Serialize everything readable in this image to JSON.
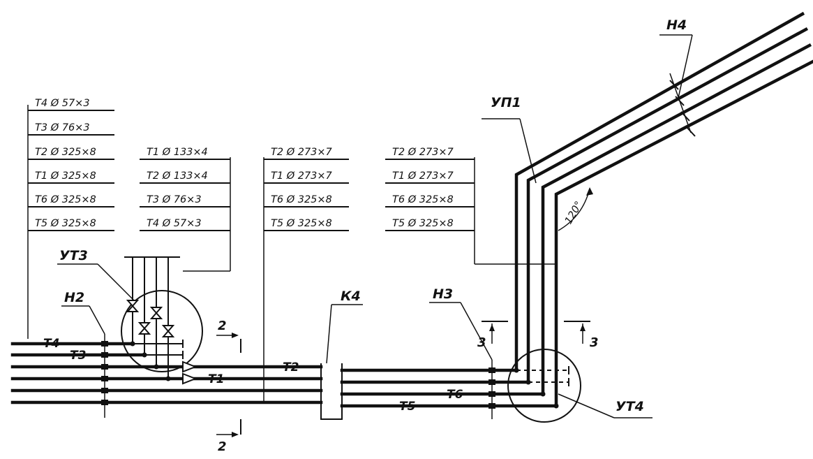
{
  "nodes": {
    "n2": "Н2",
    "n3": "Н3",
    "n4": "Н4",
    "k4": "К4",
    "ut3": "УТ3",
    "ut4": "УТ4",
    "up1": "УП1"
  },
  "pipes": {
    "t1": "Т1",
    "t2": "Т2",
    "t3": "Т3",
    "t4": "Т4",
    "t5": "Т5",
    "t6": "Т6"
  },
  "tables": {
    "table1": [
      "Т4 Ø 57×3",
      "Т3 Ø 76×3",
      "Т2 Ø 325×8",
      "Т1 Ø 325×8",
      "Т6 Ø 325×8",
      "Т5 Ø 325×8"
    ],
    "table2": [
      "Т1 Ø 133×4",
      "Т2 Ø 133×4",
      "Т3 Ø 76×3",
      "Т4 Ø 57×3"
    ],
    "table3": [
      "Т2 Ø 273×7",
      "Т1 Ø 273×7",
      "Т6 Ø 325×8",
      "Т5 Ø 325×8"
    ],
    "table4": [
      "Т2 Ø 273×7",
      "Т1 Ø 273×7",
      "Т6 Ø 325×8",
      "Т5 Ø 325×8"
    ]
  },
  "sections": {
    "s2_top": "2",
    "s2_bottom": "2",
    "s3_left": "3",
    "s3_right": "3"
  },
  "angle": "120°"
}
